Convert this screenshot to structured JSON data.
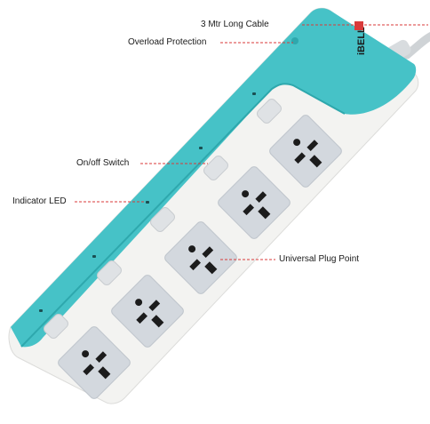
{
  "labels": {
    "cable": "3 Mtr Long Cable",
    "overload": "Overload Protection",
    "switch": "On/off Switch",
    "led": "Indicator LED",
    "plug": "Universal Plug Point"
  },
  "brand": {
    "logo_text": "iBELL"
  },
  "product": {
    "socket_count": 5,
    "switch_count": 5,
    "led_count": 5
  },
  "colors": {
    "body": "#f3f3f1",
    "accent": "#46c2c7",
    "accent_dark": "#2ea8ad",
    "socket": "#d3d8de",
    "hole": "#1c1c1c",
    "button": "#dfe2e5",
    "leader": "#d93a3a",
    "cable": "#cfd3d6"
  },
  "icons": [
    "power-strip-image",
    "brand-logo-icon",
    "overload-breaker-icon",
    "socket-icon",
    "switch-icon",
    "led-icon"
  ]
}
